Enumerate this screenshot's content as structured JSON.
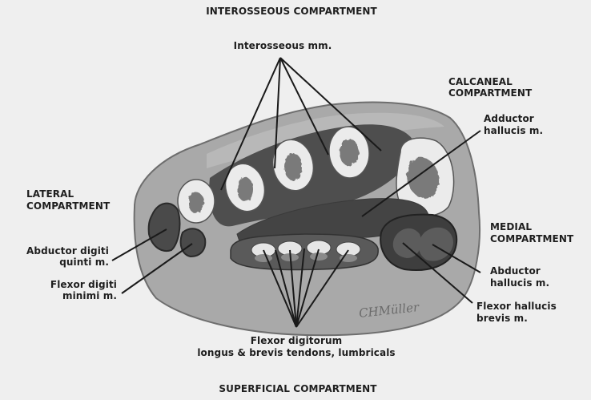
{
  "labels": {
    "interosseous_compartment": "INTEROSSEOUS COMPARTMENT",
    "interosseous_mm": "Interosseous mm.",
    "calcaneal_compartment_line1": "CALCANEAL",
    "calcaneal_compartment_line2": "COMPARTMENT",
    "adductor_hallucis_line1": "Adductor",
    "adductor_hallucis_line2": "hallucis m.",
    "lateral_compartment_line1": "LATERAL",
    "lateral_compartment_line2": "COMPARTMENT",
    "abductor_digiti_quinti_line1": "Abductor digiti",
    "abductor_digiti_quinti_line2": "quinti m.",
    "flexor_digiti_minimi_line1": "Flexor digiti",
    "flexor_digiti_minimi_line2": "minimi m.",
    "medial_compartment_line1": "MEDIAL",
    "medial_compartment_line2": "COMPARTMENT",
    "abductor_hallucis_line1": "Abductor",
    "abductor_hallucis_line2": "hallucis m.",
    "flexor_hallucis_brevis_line1": "Flexor hallucis",
    "flexor_hallucis_brevis_line2": "brevis m.",
    "flexor_digitorum_line1": "Flexor digitorum",
    "flexor_digitorum_line2": "longus & brevis tendons, lumbricals",
    "superficial_compartment": "SUPERFICIAL COMPARTMENT"
  },
  "signature": "CHMüller",
  "colors": {
    "background": "#efefef",
    "outer_tissue": "#a9a9a9",
    "muscle_dark": "#4e4e4e",
    "muscle_mid": "#5c5c5c",
    "bone_light": "#ebebeb",
    "marrow": "#7a7a7a",
    "text": "#1e1e1e"
  }
}
